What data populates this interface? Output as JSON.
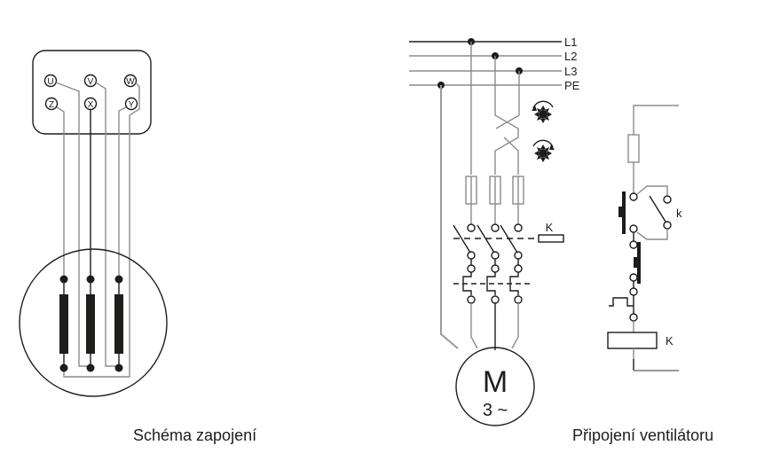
{
  "left_diagram": {
    "caption": "Schéma zapojení",
    "terminals_top": [
      "U",
      "V",
      "W"
    ],
    "terminals_bottom": [
      "Z",
      "X",
      "Y"
    ],
    "winding_count": 3
  },
  "right_diagram": {
    "caption": "Připojení ventilátoru",
    "bus_lines": [
      "L1",
      "L2",
      "L3",
      "PE"
    ],
    "contactor_label": "K",
    "control_relay_label": "k",
    "coil_label": "K",
    "motor_symbol": "M",
    "motor_phases": "3 ~",
    "rotation_icons": [
      "rotation-counterclockwise-icon",
      "rotation-clockwise-icon"
    ]
  },
  "colors": {
    "ink": "#1d1d1b",
    "wire_gray": "#9a9a9a",
    "background": "#ffffff"
  }
}
